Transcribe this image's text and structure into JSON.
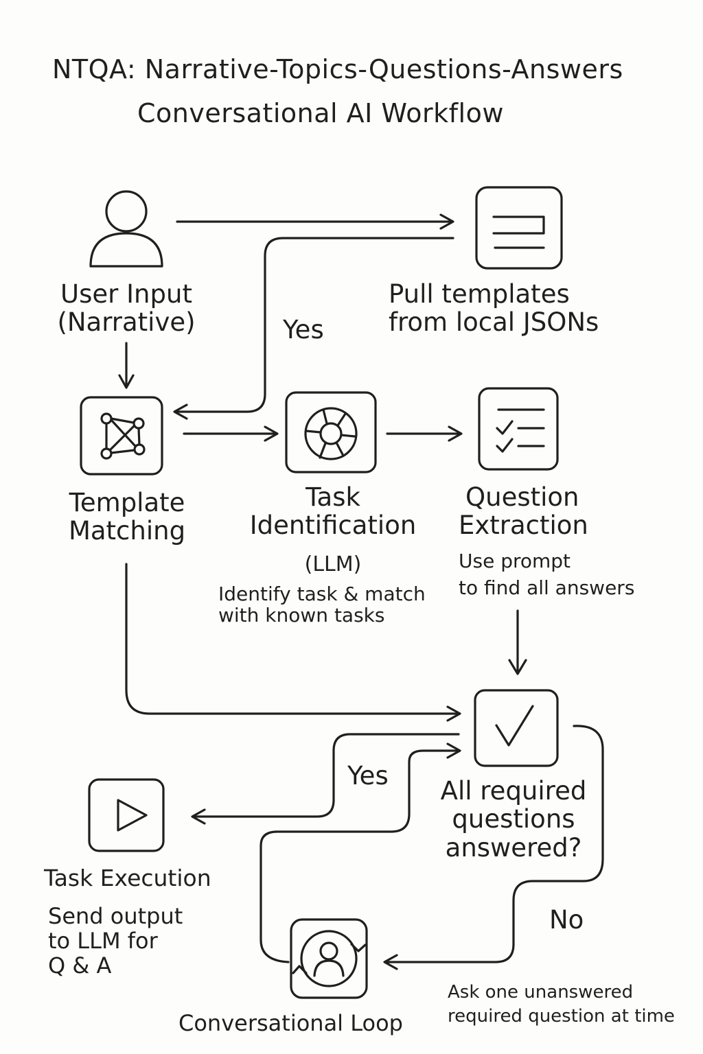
{
  "title": {
    "line1": "NTQA: Narrative-Topics-Questions-Answers",
    "line2": "Conversational AI Workflow"
  },
  "nodes": {
    "user_input": {
      "line1": "User Input",
      "line2": "(Narrative)",
      "icon": "user-icon"
    },
    "pull_templates": {
      "line1": "Pull templates",
      "line2": "from local JSONs",
      "icon": "template-box-icon"
    },
    "template_matching": {
      "line1": "Template",
      "line2": "Matching",
      "icon": "network-graph-icon"
    },
    "task_identification": {
      "line1": "Task",
      "line2": "Identification",
      "line3": "(LLM)",
      "desc1": "Identify task & match",
      "desc2": "with known tasks",
      "icon": "lifebuoy-icon"
    },
    "question_extraction": {
      "line1": "Question",
      "line2": "Extraction",
      "desc1": "Use prompt",
      "desc2": "to find all answers",
      "icon": "checklist-icon"
    },
    "all_answered": {
      "line1": "All required",
      "line2": "questions",
      "line3": "answered?",
      "icon": "checkmark-icon"
    },
    "task_execution": {
      "line1": "Task Execution",
      "desc1": "Send output",
      "desc2": "to LLM for",
      "desc3": "Q & A",
      "icon": "play-icon"
    },
    "conversational_loop": {
      "line1": "Conversational Loop",
      "desc1": "Ask one unanswered",
      "desc2": "required question at time",
      "icon": "user-cycle-icon"
    }
  },
  "edge_labels": {
    "yes_templates": "Yes",
    "yes_execute": "Yes",
    "no_loop": "No"
  },
  "colors": {
    "ink": "#1f1f1f",
    "paper": "#fdfdfb"
  }
}
